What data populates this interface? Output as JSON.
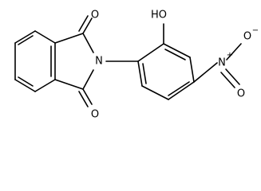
{
  "molecule": {
    "atoms": {
      "carbonyl_oxygen_top": "O",
      "carbonyl_oxygen_bottom": "O",
      "imide_nitrogen": "N",
      "hydroxyl": "HO",
      "nitro_nitrogen": "N",
      "nitro_nitrogen_charge": "+",
      "nitro_oxygen_right": "O",
      "nitro_oxygen_right_charge": "−",
      "nitro_oxygen_bottom": "O"
    }
  }
}
